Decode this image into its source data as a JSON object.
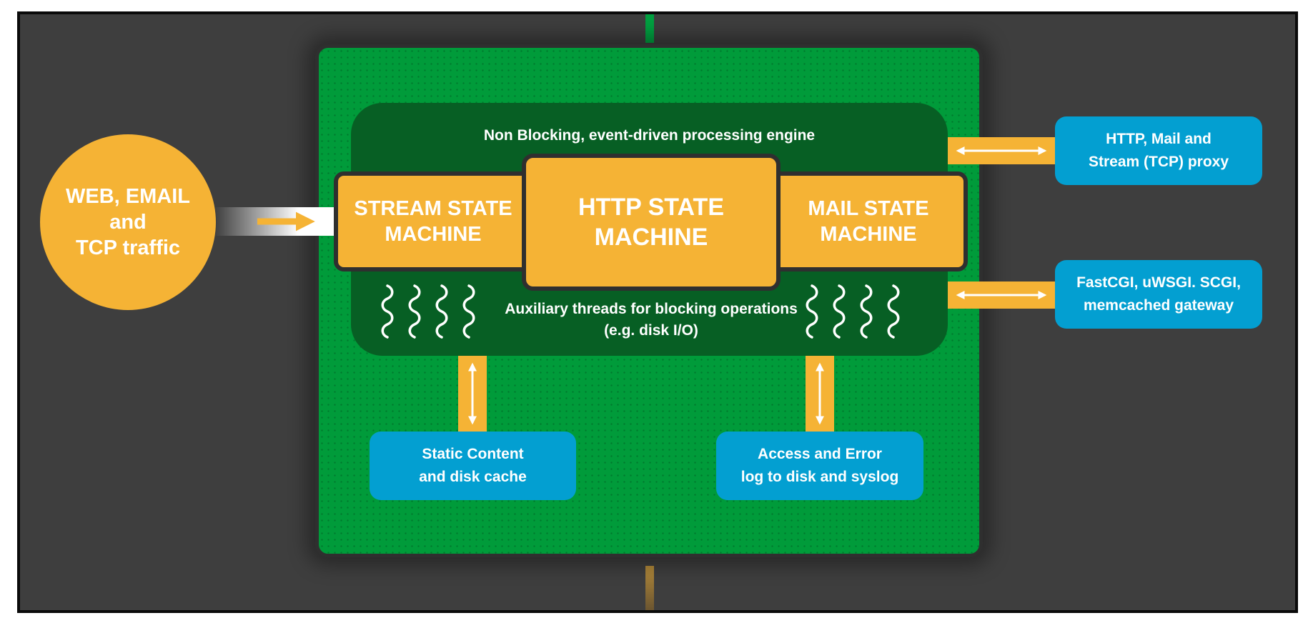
{
  "engine": {
    "title": "Non Blocking, event-driven processing engine",
    "aux_line1": "Auxiliary threads for blocking operations",
    "aux_line2": "(e.g. disk I/O)"
  },
  "traffic": {
    "line1": "WEB, EMAIL",
    "line2": "and",
    "line3": "TCP traffic"
  },
  "state_machines": {
    "stream": {
      "line1": "STREAM STATE",
      "line2": "MACHINE"
    },
    "http": {
      "line1": "HTTP STATE",
      "line2": "MACHINE"
    },
    "mail": {
      "line1": "MAIL STATE",
      "line2": "MACHINE"
    }
  },
  "targets": {
    "proxy": {
      "line1": "HTTP, Mail and",
      "line2": "Stream (TCP) proxy"
    },
    "gateway": {
      "line1": "FastCGI, uWSGI. SCGI,",
      "line2": "memcached gateway"
    },
    "static": {
      "line1": "Static Content",
      "line2": "and disk cache"
    },
    "log": {
      "line1": "Access and Error",
      "line2": "log to disk and syslog"
    }
  },
  "colors": {
    "background": "#3e3e3e",
    "board": "#009b3a",
    "engine": "#075f24",
    "accent": "#f5b335",
    "node": "#039fd1",
    "text": "#ffffff"
  }
}
